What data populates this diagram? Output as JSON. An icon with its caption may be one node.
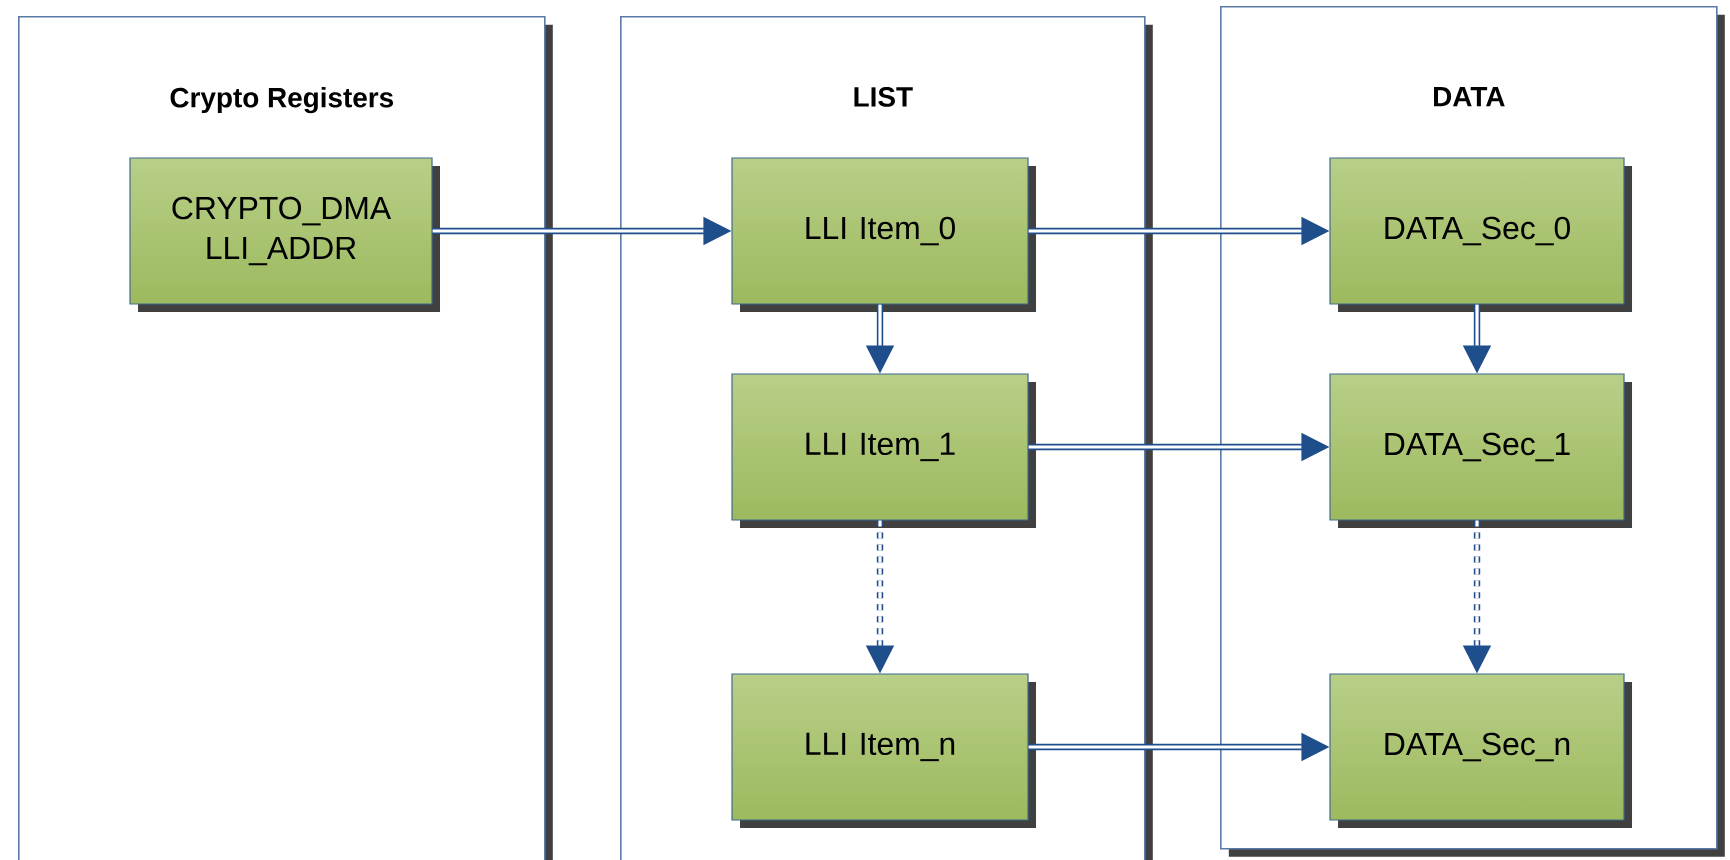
{
  "diagram": {
    "nodes": [
      {
        "text": [
          "Crypto Registers"
        ]
      },
      {
        "text": [
          "CRYPTO_DMA LLI_ADDR"
        ],
        "in": 0
      },
      {
        "text": [
          "LIST"
        ]
      },
      {
        "text": [
          "LLI Item_0"
        ],
        "in": 2
      },
      {
        "text": [
          "LLI Item_1"
        ],
        "in": 2
      },
      {
        "text": [
          "LLI Item_n"
        ],
        "in": 2
      },
      {
        "text": [
          "DATA"
        ]
      },
      {
        "text": [
          "DATA_Sec_0"
        ],
        "in": 6
      },
      {
        "text": [
          "DATA_Sec_1"
        ],
        "in": 6
      },
      {
        "text": [
          "DATA_Sec_n"
        ],
        "in": 6
      }
    ],
    "edges": [
      {
        "from": 1,
        "to": 3,
        "arrow": "to"
      },
      {
        "from": 3,
        "to": 7,
        "arrow": "to"
      },
      {
        "from": 3,
        "to": 4,
        "arrow": "to"
      },
      {
        "from": 4,
        "to": 8,
        "arrow": "to"
      },
      {
        "from": 4,
        "to": 5,
        "arrow": "to",
        "style": "dashed"
      },
      {
        "from": 7,
        "to": 8,
        "arrow": "to"
      },
      {
        "from": 8,
        "to": 9,
        "arrow": "to",
        "style": "dashed"
      },
      {
        "from": 5,
        "to": 9,
        "arrow": "to"
      }
    ]
  }
}
